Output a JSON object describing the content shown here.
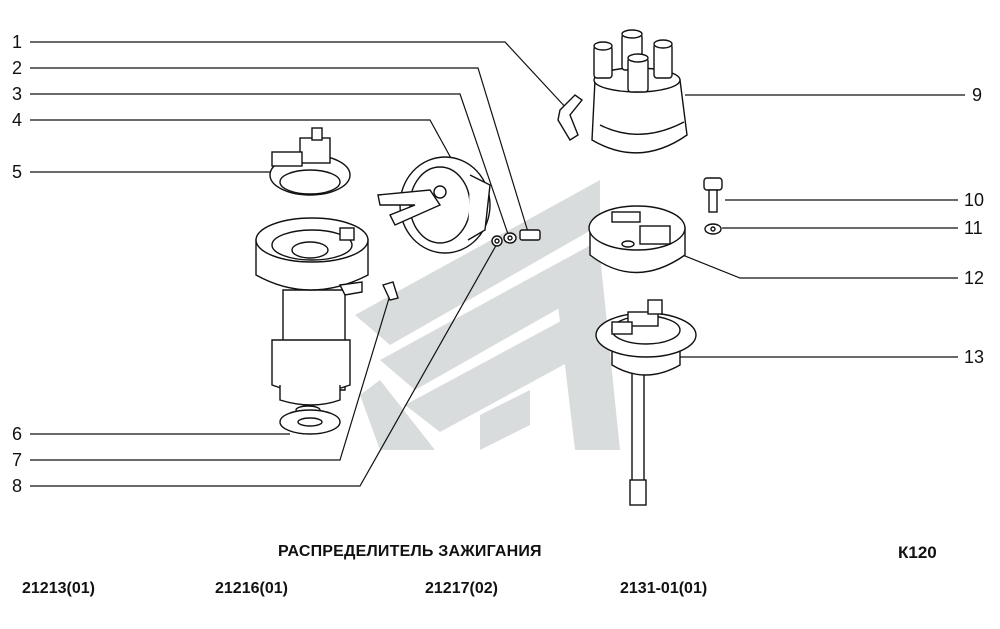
{
  "title": "РАСПРЕДЕЛИТЕЛЬ ЗАЖИГАНИЯ",
  "code": "К120",
  "models": [
    "21213(01)",
    "21216(01)",
    "21217(02)",
    "2131-01(01)"
  ],
  "callouts": [
    {
      "id": "part-1",
      "label": "1",
      "part": "clip-spring"
    },
    {
      "id": "part-2",
      "label": "2",
      "part": "screw"
    },
    {
      "id": "part-3",
      "label": "3",
      "part": "washer"
    },
    {
      "id": "part-4",
      "label": "4",
      "part": "vacuum-regulator"
    },
    {
      "id": "part-5",
      "label": "5",
      "part": "contact-breaker-plate"
    },
    {
      "id": "part-6",
      "label": "6",
      "part": "thrust-washer"
    },
    {
      "id": "part-7",
      "label": "7",
      "part": "bracket-clip"
    },
    {
      "id": "part-8",
      "label": "8",
      "part": "small-washer"
    },
    {
      "id": "part-9",
      "label": "9",
      "part": "distributor-cap"
    },
    {
      "id": "part-10",
      "label": "10",
      "part": "bolt"
    },
    {
      "id": "part-11",
      "label": "11",
      "part": "nut"
    },
    {
      "id": "part-12",
      "label": "12",
      "part": "rotor"
    },
    {
      "id": "part-13",
      "label": "13",
      "part": "shaft-assembly"
    }
  ],
  "colors": {
    "line": "#111111",
    "watermark": "#d9dcdc",
    "part_fill": "#ffffff"
  }
}
